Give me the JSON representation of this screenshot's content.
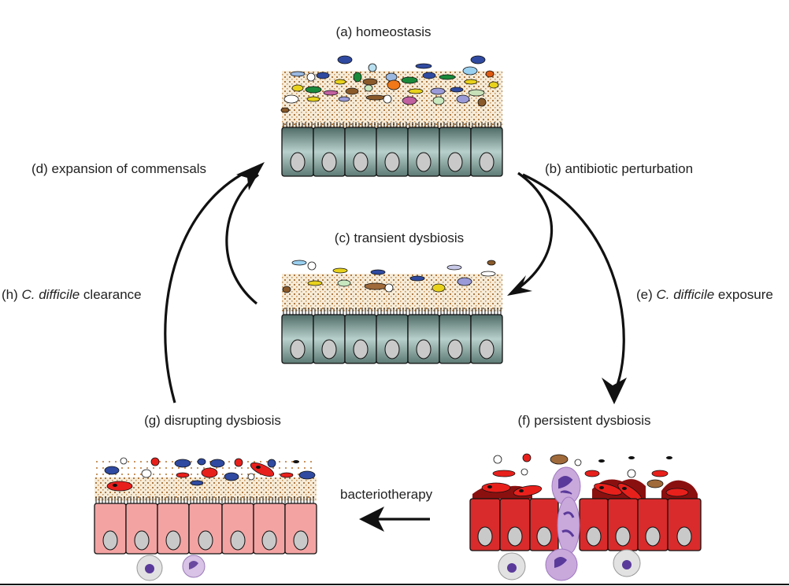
{
  "labels": {
    "a": "(a) homeostasis",
    "b": "(b) antibiotic perturbation",
    "c": "(c) transient dysbiosis",
    "d": "(d) expansion of commensals",
    "e_prefix": "(e) ",
    "e_italic": "C. difficile",
    "e_suffix": " exposure",
    "f": "(f) persistent dysbiosis",
    "g": "(g) disrupting dysbiosis",
    "h_prefix": "(h) ",
    "h_italic": "C. difficile",
    "h_suffix": " clearance",
    "therapy": "bacteriotherapy"
  },
  "colors": {
    "healthy_cell": "#5d7a74",
    "healthy_cell_light": "#a9c2bd",
    "inflamed_cell": "#d92b2b",
    "recovering_cell": "#f4a3a3",
    "mucus_brown": "#a0703a",
    "pathogen_red": "#e8201c",
    "immune_purple": "#a57bc0",
    "arrow": "#111111"
  }
}
